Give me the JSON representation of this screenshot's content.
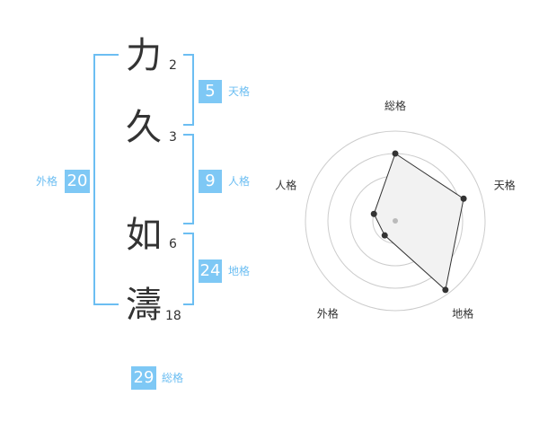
{
  "name": {
    "chars": [
      {
        "char": "力",
        "strokes": "2"
      },
      {
        "char": "久",
        "strokes": "3"
      },
      {
        "char": "如",
        "strokes": "6"
      },
      {
        "char": "濤",
        "strokes": "18"
      }
    ]
  },
  "kakusu": {
    "tenkaku": {
      "label": "天格",
      "value": "5"
    },
    "jinkaku": {
      "label": "人格",
      "value": "9"
    },
    "chikaku": {
      "label": "地格",
      "value": "24"
    },
    "gaikaku": {
      "label": "外格",
      "value": "20"
    },
    "soukaku": {
      "label": "総格",
      "value": "29"
    }
  },
  "chart_data": {
    "type": "radar",
    "axes": [
      "総格",
      "天格",
      "地格",
      "外格",
      "人格"
    ],
    "values": [
      0.75,
      0.8,
      0.95,
      0.2,
      0.25
    ],
    "rings": 4,
    "colors": {
      "fill": "#f2f2f2",
      "line": "#333333",
      "grid": "#cccccc",
      "center": "#bbbbbb"
    }
  }
}
